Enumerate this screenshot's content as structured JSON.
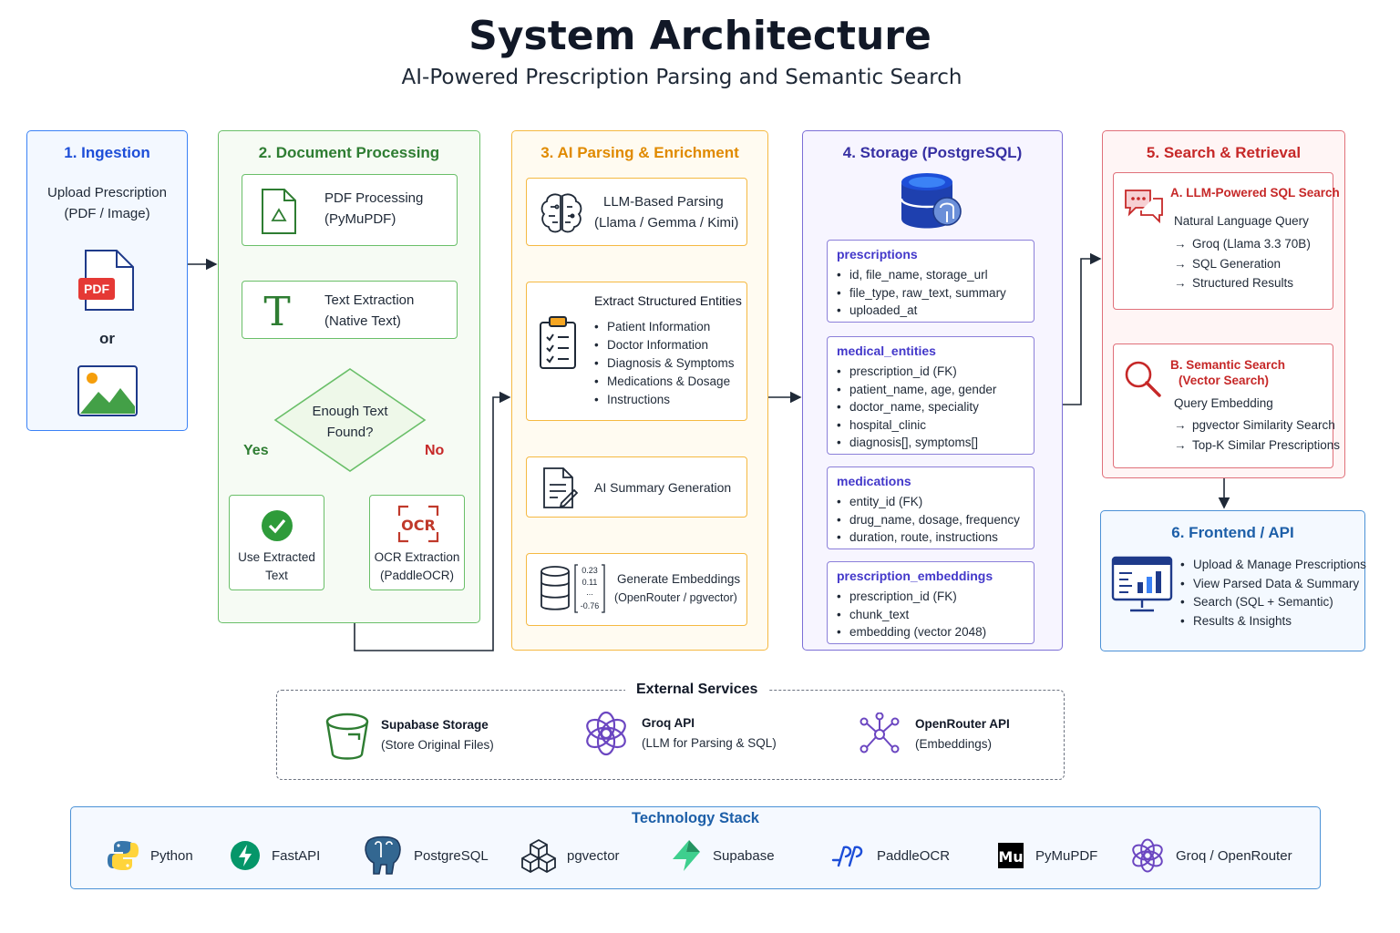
{
  "header": {
    "title": "System Architecture",
    "subtitle": "AI-Powered Prescription Parsing and Semantic Search"
  },
  "colors": {
    "ingestion": "#3b82f6",
    "processing": "#6abf69",
    "parsing": "#f5b942",
    "storage": "#7c6fd6",
    "search": "#e0707a",
    "frontend": "#4b91d6"
  },
  "ingestion": {
    "title": "1. Ingestion",
    "upload_line1": "Upload Prescription",
    "upload_line2": "(PDF / Image)",
    "pdf_badge": "PDF",
    "or": "or"
  },
  "processing": {
    "title": "2. Document Processing",
    "pdf_line1": "PDF Processing",
    "pdf_line2": "(PyMuPDF)",
    "text_line1": "Text Extraction",
    "text_line2": "(Native Text)",
    "decision_line1": "Enough Text",
    "decision_line2": "Found?",
    "yes": "Yes",
    "no": "No",
    "use_line1": "Use Extracted",
    "use_line2": "Text",
    "ocr_badge": "OCR",
    "ocr_line1": "OCR Extraction",
    "ocr_line2": "(PaddleOCR)"
  },
  "parsing": {
    "title": "3. AI Parsing & Enrichment",
    "llm_line1": "LLM-Based Parsing",
    "llm_line2": "(Llama / Gemma / Kimi)",
    "extract_title": "Extract Structured Entities",
    "extract_items": [
      "Patient Information",
      "Doctor Information",
      "Diagnosis & Symptoms",
      "Medications & Dosage",
      "Instructions"
    ],
    "summary": "AI Summary Generation",
    "vector_values": [
      "0.23",
      "0.11",
      "...",
      "-0.76"
    ],
    "embed_line1": "Generate Embeddings",
    "embed_line2": "(OpenRouter / pgvector)"
  },
  "storage": {
    "title": "4. Storage (PostgreSQL)",
    "tables": [
      {
        "name": "prescriptions",
        "fields": [
          "id, file_name, storage_url",
          "file_type, raw_text, summary",
          "uploaded_at"
        ]
      },
      {
        "name": "medical_entities",
        "fields": [
          "prescription_id (FK)",
          "patient_name, age, gender",
          "doctor_name, speciality",
          "hospital_clinic",
          "diagnosis[], symptoms[]"
        ]
      },
      {
        "name": "medications",
        "fields": [
          "entity_id (FK)",
          "drug_name, dosage, frequency",
          "duration, route, instructions"
        ]
      },
      {
        "name": "prescription_embeddings",
        "fields": [
          "prescription_id (FK)",
          "chunk_text",
          "embedding (vector 2048)"
        ]
      }
    ]
  },
  "search": {
    "title": "5. Search & Retrieval",
    "a_title": "A. LLM-Powered SQL Search",
    "a_head": "Natural Language Query",
    "a_steps": [
      "Groq (Llama 3.3 70B)",
      "SQL Generation",
      "Structured Results"
    ],
    "b_title1": "B. Semantic Search",
    "b_title2": "(Vector Search)",
    "b_head": "Query Embedding",
    "b_steps": [
      "pgvector Similarity Search",
      "Top-K Similar Prescriptions"
    ]
  },
  "frontend": {
    "title": "6. Frontend / API",
    "items": [
      "Upload & Manage Prescriptions",
      "View Parsed Data & Summary",
      "Search (SQL + Semantic)",
      "Results & Insights"
    ]
  },
  "external": {
    "title": "External Services",
    "services": [
      {
        "name": "Supabase Storage",
        "desc": "(Store Original Files)",
        "icon": "bucket-icon"
      },
      {
        "name": "Groq API",
        "desc": "(LLM for Parsing & SQL)",
        "icon": "openai-knot-icon"
      },
      {
        "name": "OpenRouter API",
        "desc": "(Embeddings)",
        "icon": "network-nodes-icon"
      }
    ]
  },
  "tech_stack": {
    "title": "Technology Stack",
    "items": [
      "Python",
      "FastAPI",
      "PostgreSQL",
      "pgvector",
      "Supabase",
      "PaddleOCR",
      "PyMuPDF",
      "Groq / OpenRouter"
    ],
    "mupdf_badge": "Mu"
  }
}
